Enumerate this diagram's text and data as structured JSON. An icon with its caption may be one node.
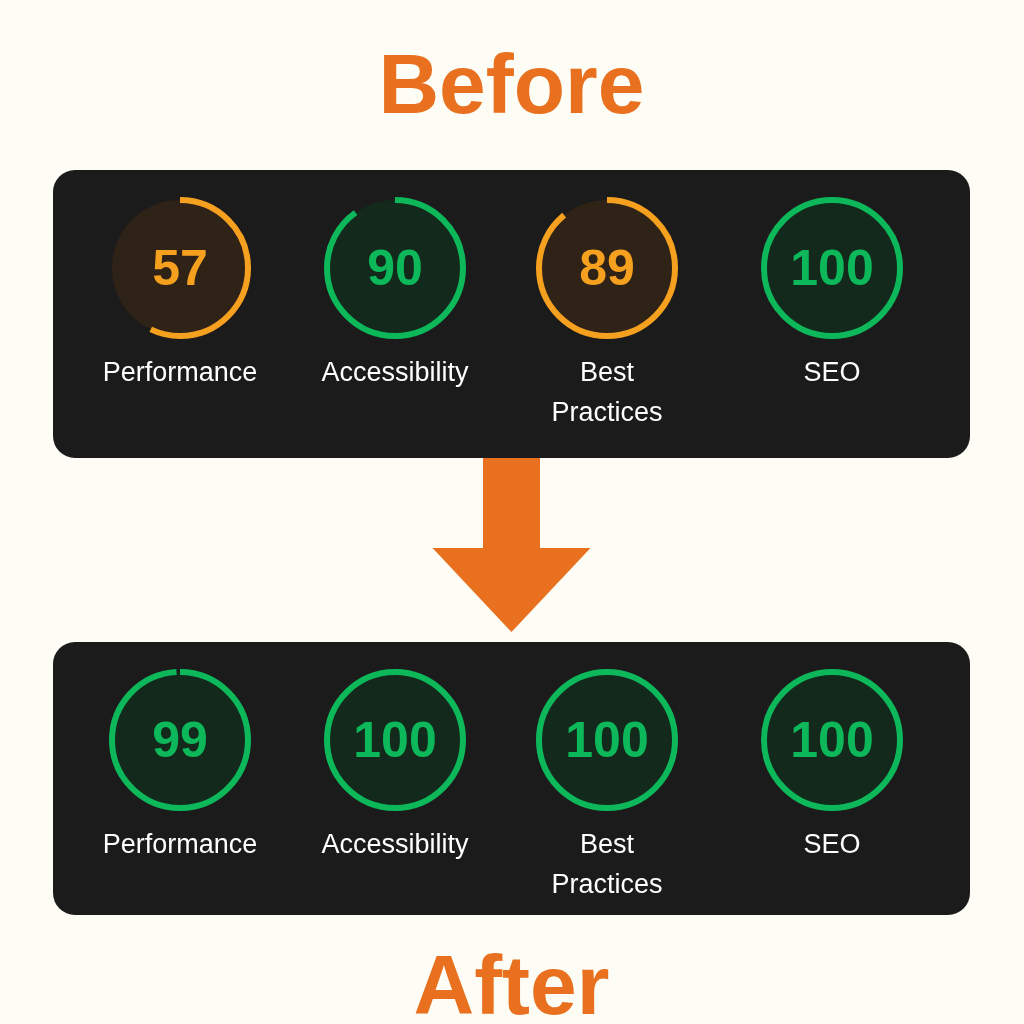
{
  "diagram": {
    "nodes": [
      {
        "text": [
          "Before"
        ]
      },
      {
        "text": [
          "57"
        ],
        "in": 0,
        "beside": [
          "Performance"
        ]
      },
      {
        "text": [
          "90"
        ],
        "in": 0,
        "beside": [
          "Accessibility"
        ]
      },
      {
        "text": [
          "89"
        ],
        "in": 0,
        "beside": [
          "Best Practices"
        ]
      },
      {
        "text": [
          "100"
        ],
        "in": 0,
        "beside": [
          "SEO"
        ]
      },
      {
        "text": [
          "After"
        ]
      },
      {
        "text": [
          "99"
        ],
        "in": 5,
        "beside": [
          "Performance"
        ]
      },
      {
        "text": [
          "100"
        ],
        "in": 5,
        "beside": [
          "Accessibility"
        ]
      },
      {
        "text": [
          "100"
        ],
        "in": 5,
        "beside": [
          "Best Practices"
        ]
      },
      {
        "text": [
          "100"
        ],
        "in": 5,
        "beside": [
          "SEO"
        ]
      }
    ],
    "edges": [
      {
        "from": 0,
        "to": 5,
        "arrow": "to"
      }
    ]
  }
}
